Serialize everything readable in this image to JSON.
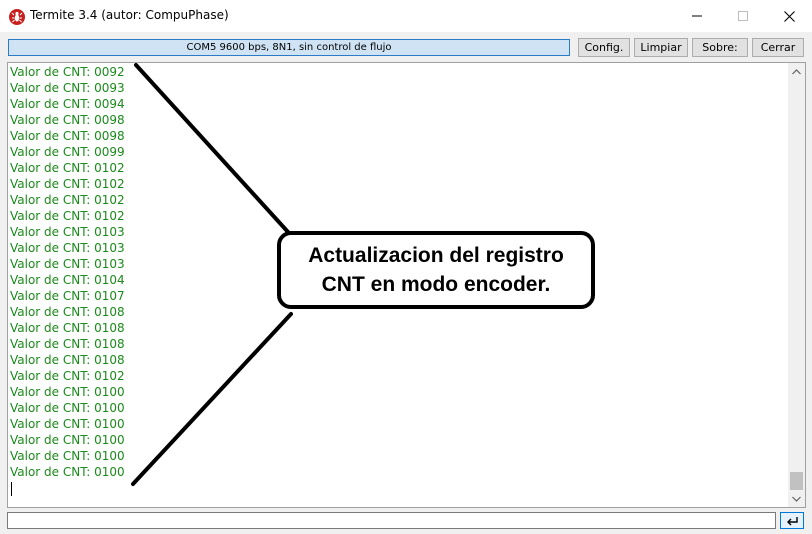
{
  "window": {
    "title": "Termite 3.4 (autor: CompuPhase)",
    "icon": "termite-app-icon",
    "controls": [
      "minimize-icon",
      "maximize-icon",
      "close-icon"
    ]
  },
  "toolbar": {
    "status": "COM5 9600 bps, 8N1, sin control de flujo",
    "config_label": "Config.",
    "clear_label": "Limpiar",
    "about_label": "Sobre:",
    "close_label": "Cerrar"
  },
  "terminal": {
    "text_color": "#1a8a1a",
    "lines": [
      "Valor de CNT: 0092",
      "Valor de CNT: 0093",
      "Valor de CNT: 0094",
      "Valor de CNT: 0098",
      "Valor de CNT: 0098",
      "Valor de CNT: 0099",
      "Valor de CNT: 0102",
      "Valor de CNT: 0102",
      "Valor de CNT: 0102",
      "Valor de CNT: 0102",
      "Valor de CNT: 0103",
      "Valor de CNT: 0103",
      "Valor de CNT: 0103",
      "Valor de CNT: 0104",
      "Valor de CNT: 0107",
      "Valor de CNT: 0108",
      "Valor de CNT: 0108",
      "Valor de CNT: 0108",
      "Valor de CNT: 0108",
      "Valor de CNT: 0102",
      "Valor de CNT: 0100",
      "Valor de CNT: 0100",
      "Valor de CNT: 0100",
      "Valor de CNT: 0100",
      "Valor de CNT: 0100",
      "Valor de CNT: 0100"
    ]
  },
  "annotation": {
    "line1": "Actualizacion del registro",
    "line2": "CNT en modo encoder."
  },
  "input": {
    "value": "",
    "send_icon": "enter-icon"
  }
}
